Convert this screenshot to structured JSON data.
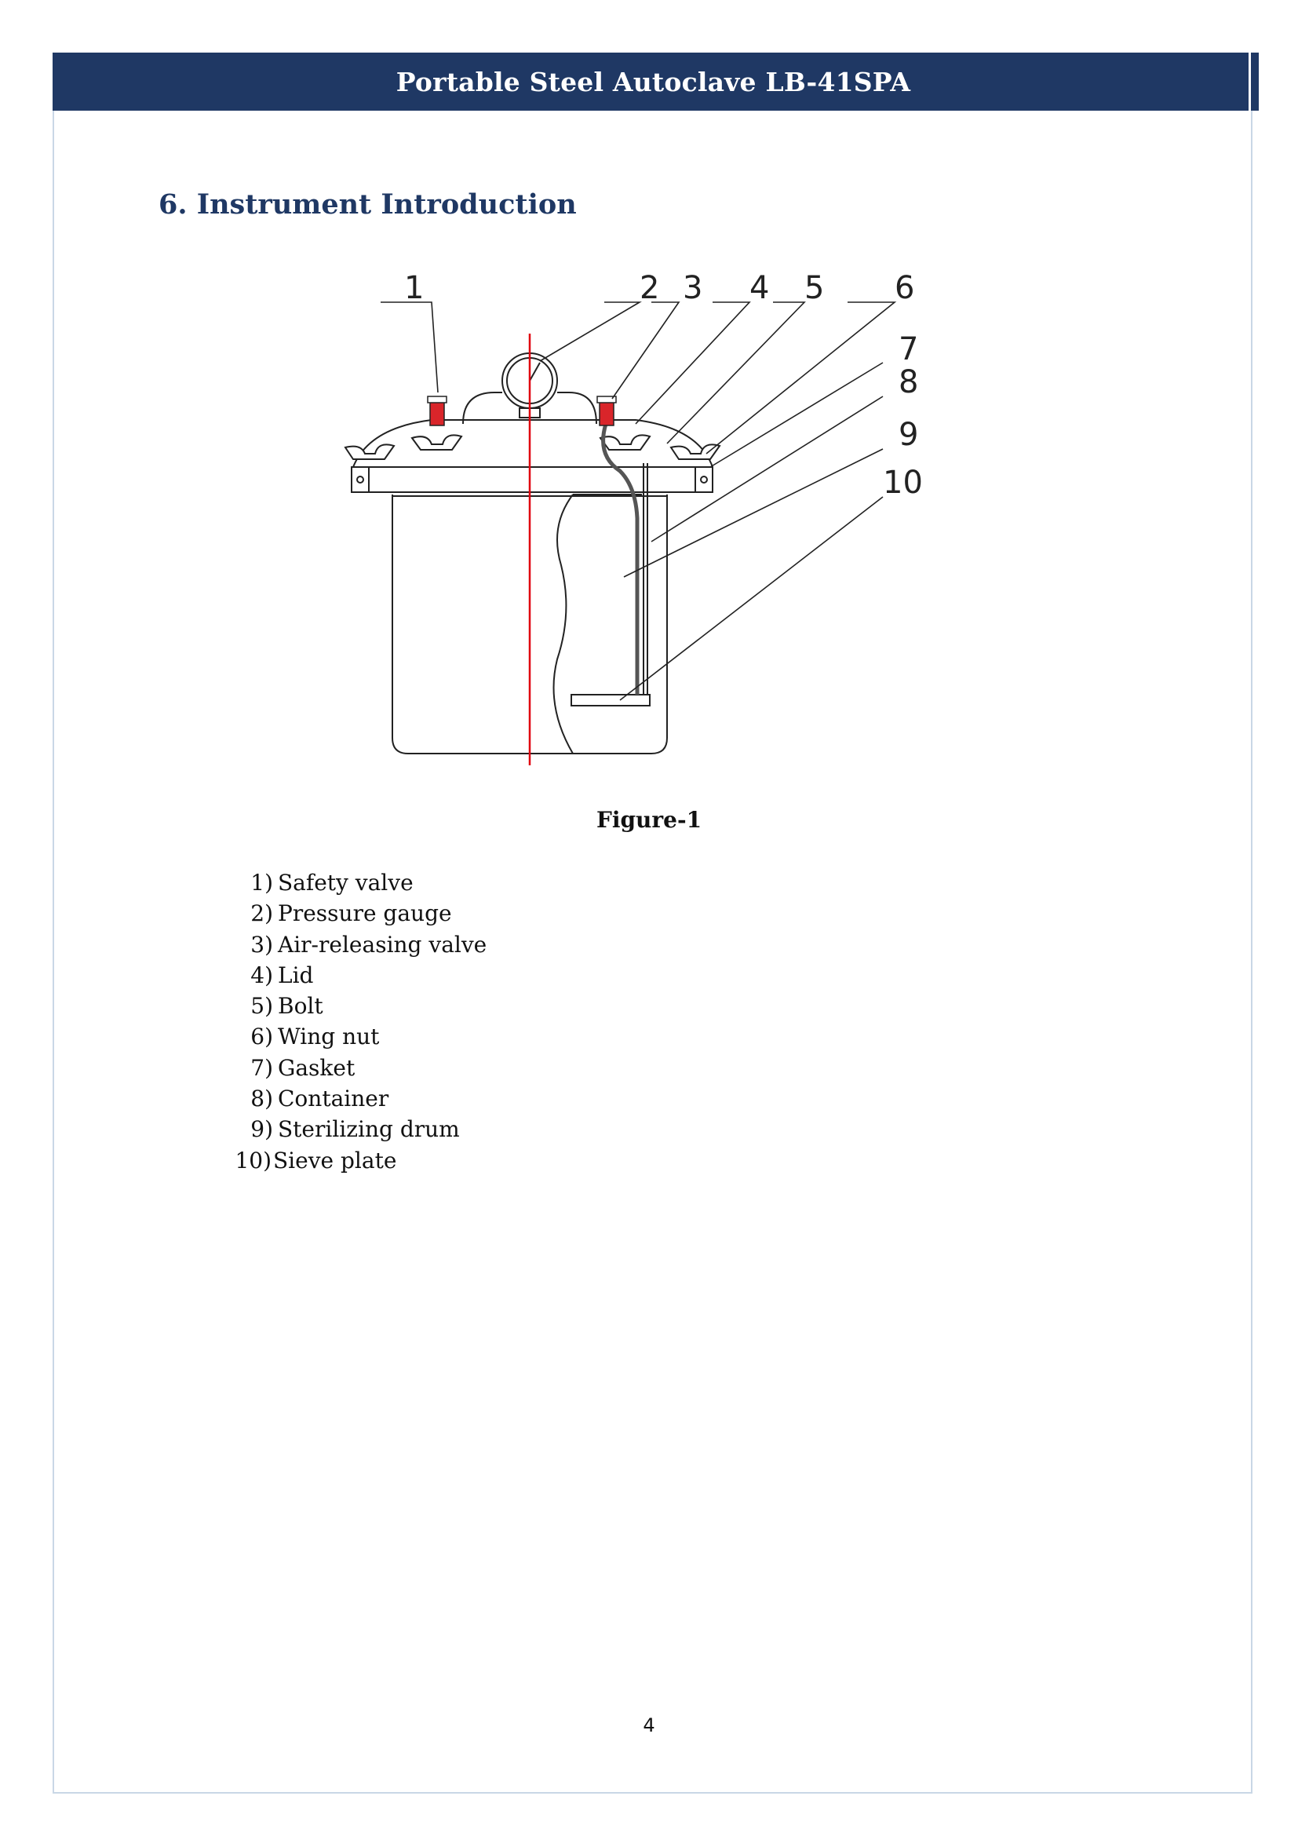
{
  "header": {
    "title": "Portable Steel Autoclave LB-41SPA"
  },
  "section": {
    "title": "6.  Instrument Introduction"
  },
  "figure": {
    "callouts": [
      "1",
      "2",
      "3",
      "4",
      "5",
      "6",
      "7",
      "8",
      "9",
      "10"
    ],
    "caption": "Figure-1"
  },
  "parts": [
    {
      "num": "1)",
      "label": "Safety valve"
    },
    {
      "num": "2)",
      "label": "Pressure gauge"
    },
    {
      "num": "3)",
      "label": "Air-releasing valve"
    },
    {
      "num": "4)",
      "label": "Lid"
    },
    {
      "num": "5)",
      "label": "Bolt"
    },
    {
      "num": "6)",
      "label": "Wing nut"
    },
    {
      "num": "7)",
      "label": "Gasket"
    },
    {
      "num": "8)",
      "label": "Container"
    },
    {
      "num": "9)",
      "label": "Sterilizing drum"
    },
    {
      "num": "10)",
      "label": "Sieve plate"
    }
  ],
  "footer": {
    "page_number": "4"
  },
  "colors": {
    "header_bg": "#1f3864",
    "title": "#1f3864",
    "centerline": "#e0000f",
    "valve": "#d9252a"
  }
}
